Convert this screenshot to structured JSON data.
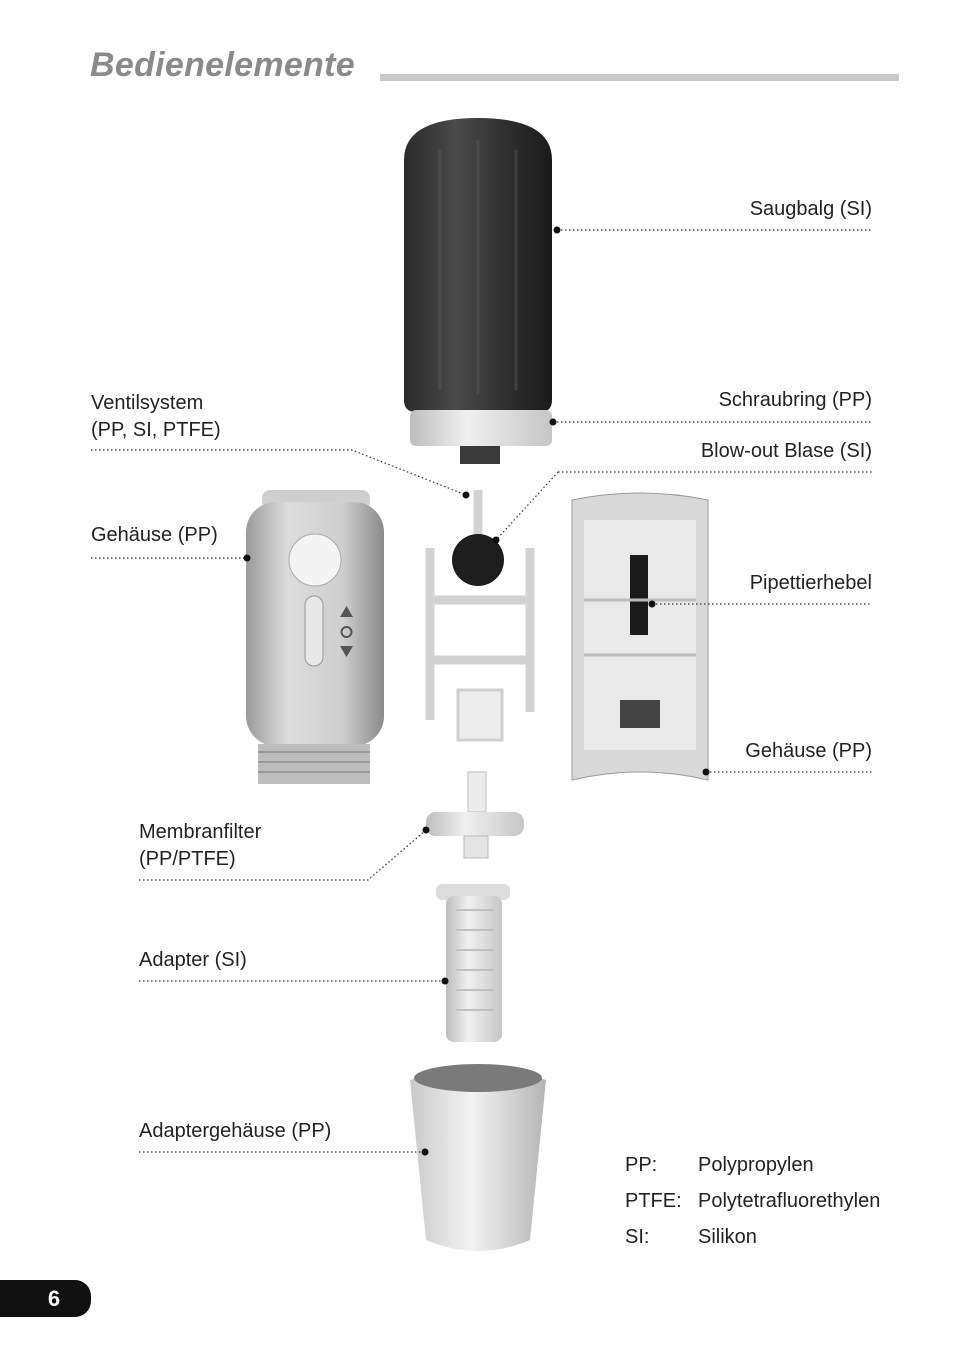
{
  "page": {
    "title": "Bedienelemente",
    "number": "6"
  },
  "labels": {
    "saugbalg": "Saugbalg (SI)",
    "schraubring": "Schraubring (PP)",
    "blowout": "Blow-out Blase (SI)",
    "ventil_line1": "Ventilsystem",
    "ventil_line2": "(PP, SI, PTFE)",
    "gehaeuse_left": "Gehäuse (PP)",
    "pipettierhebel": "Pipettierhebel",
    "gehaeuse_right": "Gehäuse (PP)",
    "membran_line1": "Membranfilter",
    "membran_line2": "(PP/PTFE)",
    "adapter": "Adapter (SI)",
    "adaptergehaeuse": "Adaptergehäuse (PP)"
  },
  "legend": [
    {
      "key": "PP:",
      "value": "Polypropylen"
    },
    {
      "key": "PTFE:",
      "value": "Polytetrafluorethylen"
    },
    {
      "key": "SI:",
      "value": "Silikon"
    }
  ]
}
